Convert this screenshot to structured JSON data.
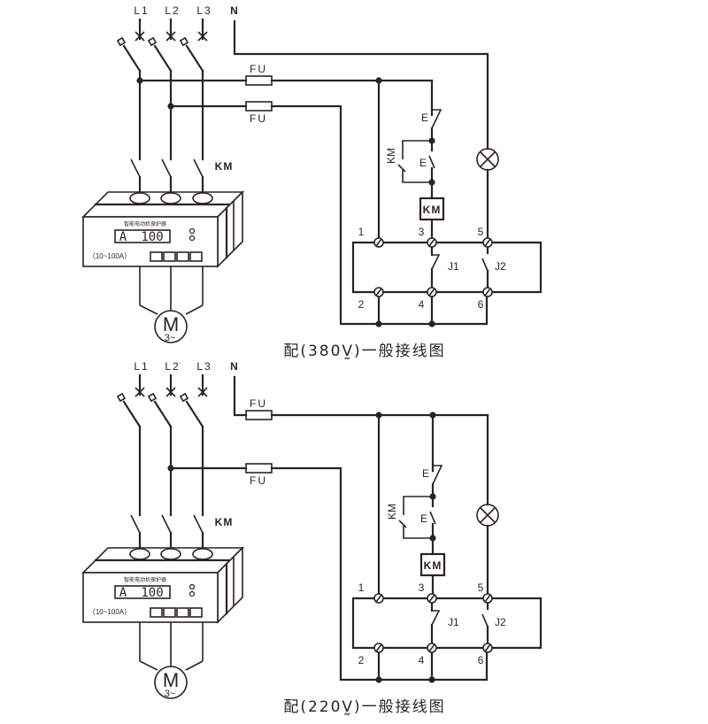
{
  "diagrams": [
    {
      "id": "380v",
      "title": "配(380V̰)一般接线图",
      "phases": [
        "L1",
        "L2",
        "L3"
      ],
      "neutral": "N",
      "fuse_labels": [
        "FU",
        "FU"
      ],
      "contactor_label": "KM",
      "protector": {
        "name": "智能电动机保护器",
        "display_unit": "A",
        "display_value": "100",
        "range": "（10~100A）"
      },
      "motor": {
        "symbol": "M",
        "phase": "3~"
      },
      "control": {
        "stop_button": "E",
        "start_button": "E",
        "holding_contact": "KM",
        "coil": "KM",
        "terminals": [
          "1",
          "2",
          "3",
          "4",
          "5",
          "6"
        ],
        "relays": [
          "J1",
          "J2"
        ]
      }
    },
    {
      "id": "220v",
      "title": "配(220V̰)一般接线图",
      "phases": [
        "L1",
        "L2",
        "L3"
      ],
      "neutral": "N",
      "fuse_labels": [
        "FU",
        "FU"
      ],
      "contactor_label": "KM",
      "protector": {
        "name": "智能电动机保护器",
        "display_unit": "A",
        "display_value": "100",
        "range": "（10~100A）"
      },
      "motor": {
        "symbol": "M",
        "phase": "3~"
      },
      "control": {
        "stop_button": "E",
        "start_button": "E",
        "holding_contact": "KM",
        "coil": "KM",
        "terminals": [
          "1",
          "2",
          "3",
          "4",
          "5",
          "6"
        ],
        "relays": [
          "J1",
          "J2"
        ]
      }
    }
  ]
}
